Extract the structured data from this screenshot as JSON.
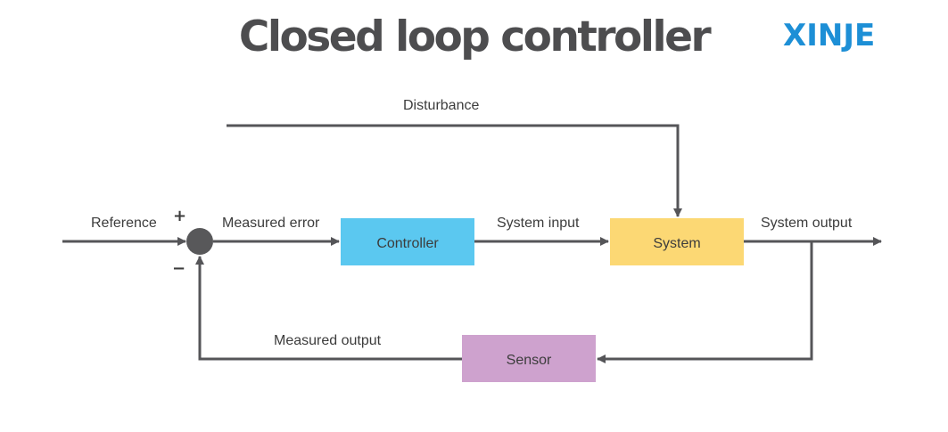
{
  "title": "Closed loop controller",
  "logo": "XINJE",
  "colors": {
    "line": "#555558",
    "controller": "#5bc8f0",
    "system": "#fcd874",
    "sensor": "#cea2ce",
    "junction": "#58585a",
    "logo": "#1d8fd6"
  },
  "blocks": {
    "controller": "Controller",
    "system": "System",
    "sensor": "Sensor"
  },
  "labels": {
    "disturbance": "Disturbance",
    "reference": "Reference",
    "plus": "+",
    "minus": "−",
    "measured_error": "Measured error",
    "system_input": "System input",
    "system_output": "System output",
    "measured_output": "Measured output"
  }
}
